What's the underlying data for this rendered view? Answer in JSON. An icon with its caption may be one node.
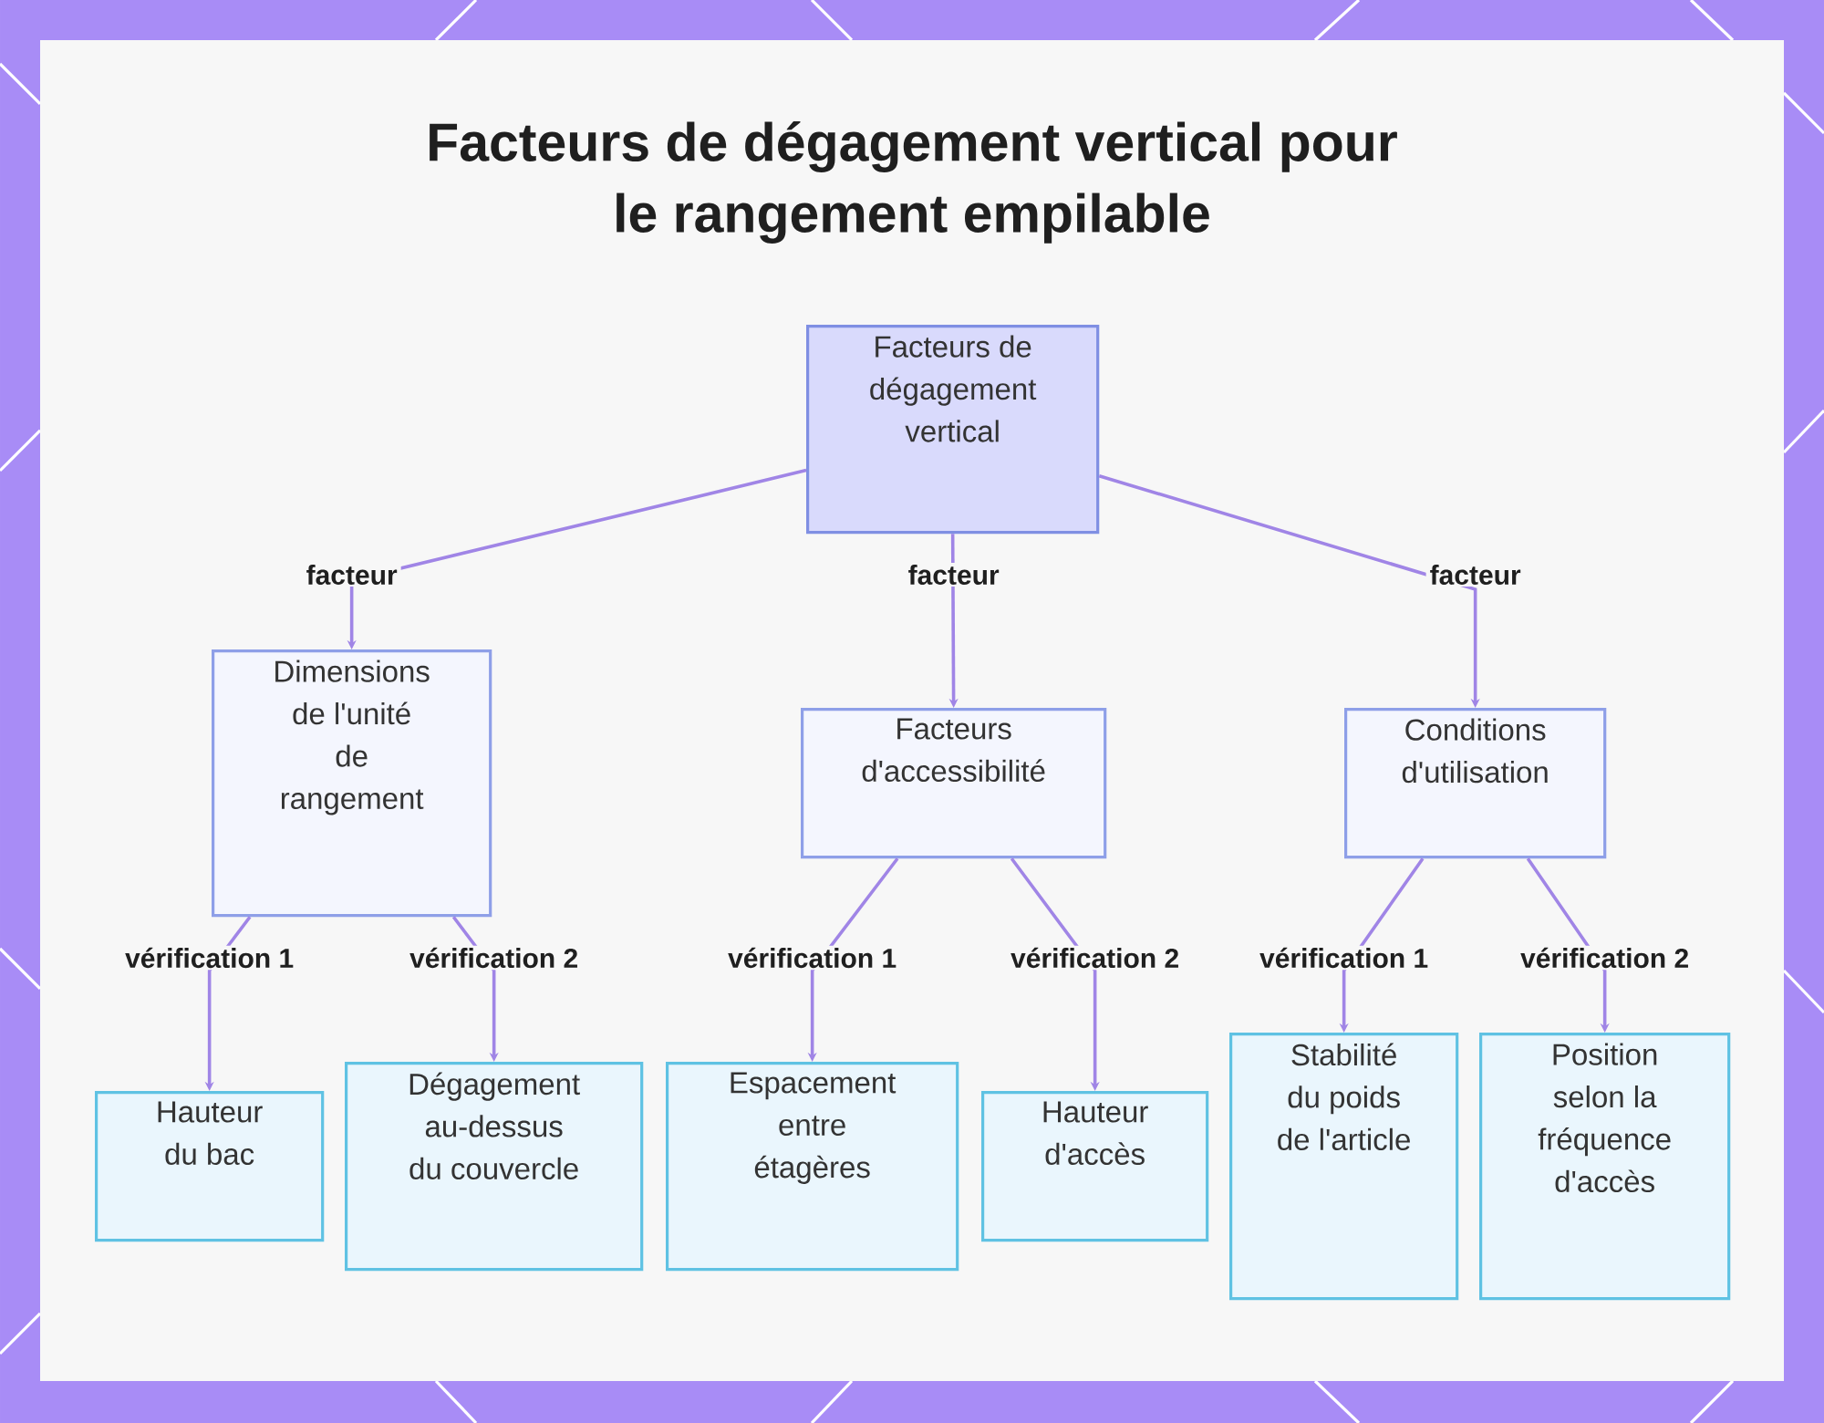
{
  "diagram": {
    "title": "Facteurs de dégagement vertical pour le rangement empilable",
    "nodes": [
      {
        "text": [
          "Facteurs de dégagement vertical"
        ]
      },
      {
        "text": [
          "Dimensions de l'unité de rangement"
        ]
      },
      {
        "text": [
          "Facteurs d'accessibilité"
        ]
      },
      {
        "text": [
          "Conditions d'utilisation"
        ]
      },
      {
        "text": [
          "Hauteur du bac"
        ]
      },
      {
        "text": [
          "Dégagement au-dessus du couvercle"
        ]
      },
      {
        "text": [
          "Espacement entre étagères"
        ]
      },
      {
        "text": [
          "Hauteur d'accès"
        ]
      },
      {
        "text": [
          "Stabilité du poids de l'article"
        ]
      },
      {
        "text": [
          "Position selon la fréquence d'accès"
        ]
      }
    ],
    "edges": [
      {
        "from": 0,
        "to": 1,
        "arrow": "to",
        "label": "facteur"
      },
      {
        "from": 0,
        "to": 2,
        "arrow": "to",
        "label": "facteur"
      },
      {
        "from": 0,
        "to": 3,
        "arrow": "to",
        "label": "facteur"
      },
      {
        "from": 1,
        "to": 4,
        "arrow": "to",
        "label": "vérification 1"
      },
      {
        "from": 1,
        "to": 5,
        "arrow": "to",
        "label": "vérification 2"
      },
      {
        "from": 2,
        "to": 6,
        "arrow": "to",
        "label": "vérification 1"
      },
      {
        "from": 2,
        "to": 7,
        "arrow": "to",
        "label": "vérification 2"
      },
      {
        "from": 3,
        "to": 8,
        "arrow": "to",
        "label": "vérification 1"
      },
      {
        "from": 3,
        "to": 9,
        "arrow": "to",
        "label": "vérification 2"
      }
    ]
  }
}
